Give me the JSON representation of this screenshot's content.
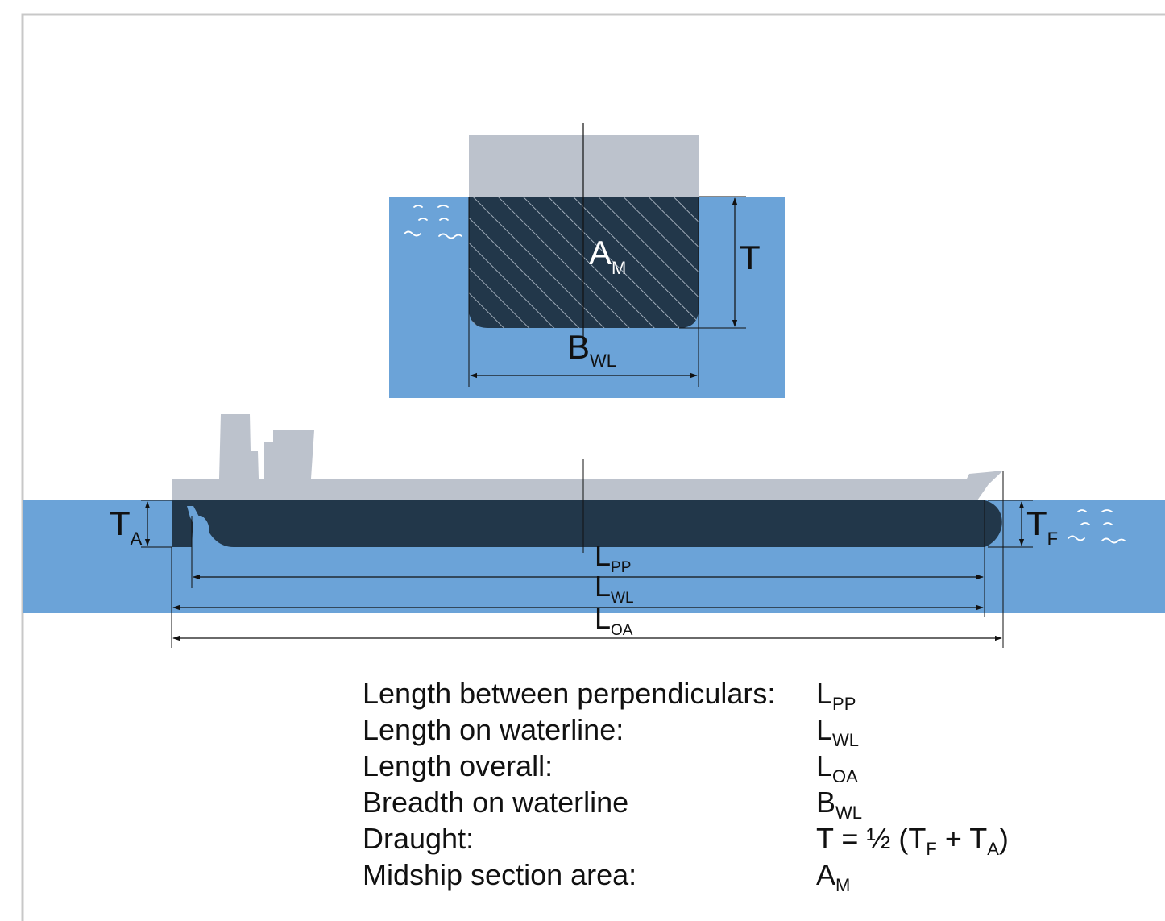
{
  "colors": {
    "frame": "#c8c8c8",
    "water": "#6ba3d8",
    "hull": "#22374a",
    "superstructure": "#bcc2cc",
    "hatch": "#bcc6d2",
    "line": "#111111",
    "label_light": "#ffffff"
  },
  "section": {
    "area": {
      "main": "A",
      "sub": "M"
    },
    "draught": {
      "main": "T"
    },
    "breadth": {
      "main": "B",
      "sub": "WL"
    }
  },
  "profile": {
    "draught_aft": {
      "main": "T",
      "sub": "A"
    },
    "draught_fwd": {
      "main": "T",
      "sub": "F"
    },
    "length_pp": {
      "main": "L",
      "sub": "PP"
    },
    "length_wl": {
      "main": "L",
      "sub": "WL"
    },
    "length_oa": {
      "main": "L",
      "sub": "OA"
    }
  },
  "legend": [
    {
      "label": "Length between perpendiculars:",
      "symbol": "L",
      "sub": "PP"
    },
    {
      "label": "Length on waterline:",
      "symbol": "L",
      "sub": "WL"
    },
    {
      "label": "Length overall:",
      "symbol": "L",
      "sub": "OA"
    },
    {
      "label": "Breadth on waterline",
      "symbol": "B",
      "sub": "WL"
    },
    {
      "label": "Draught:",
      "symbol": "T = ½ (T",
      "sub": "F",
      "symbol2": " + T",
      "sub2": "A",
      "symbol3": ")"
    },
    {
      "label": "Midship section area:",
      "symbol": "A",
      "sub": "M"
    }
  ]
}
